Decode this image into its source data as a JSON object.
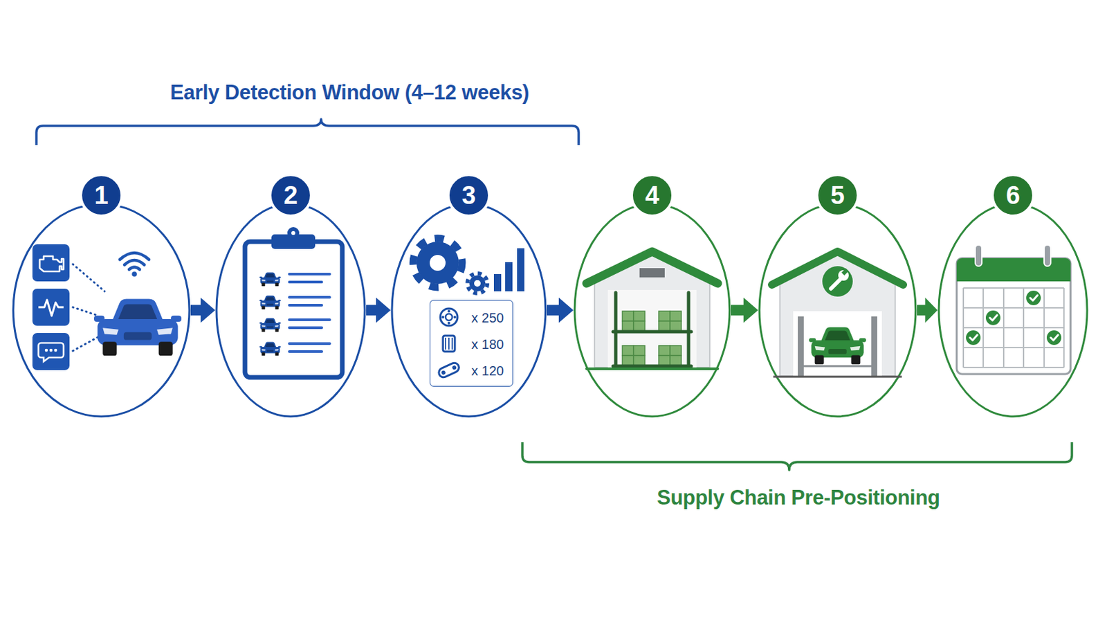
{
  "diagram": {
    "nodes": [
      {
        "text": [
          "1"
        ]
      },
      {
        "text": [
          "2"
        ]
      },
      {
        "text": [
          "3"
        ]
      },
      {
        "text": [
          "x 250",
          "x 180",
          "x 120"
        ],
        "in": 2
      },
      {
        "text": [
          "4"
        ]
      },
      {
        "text": [
          "5"
        ]
      },
      {
        "text": [
          "6"
        ]
      }
    ],
    "edges": [
      {
        "from": 0,
        "to": 1,
        "arrow": "to"
      },
      {
        "from": 1,
        "to": 2,
        "arrow": "to"
      },
      {
        "from": 2,
        "to": 4,
        "arrow": "to"
      },
      {
        "from": 4,
        "to": 5,
        "arrow": "to"
      },
      {
        "from": 5,
        "to": 6,
        "arrow": "to"
      }
    ],
    "labels": [
      "Early Detection Window (4–12 weeks)",
      "Supply Chain Pre-Positioning"
    ]
  }
}
